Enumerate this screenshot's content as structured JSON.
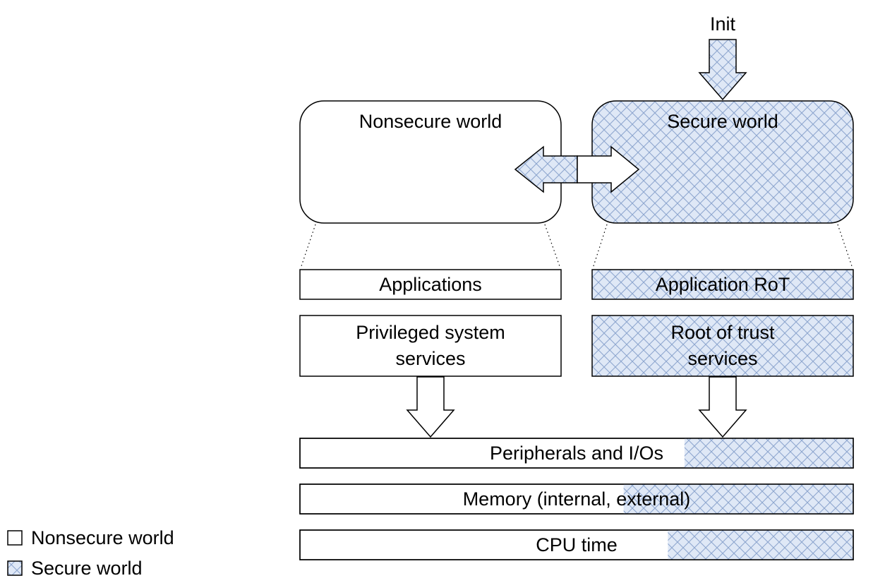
{
  "init_label": "Init",
  "colors": {
    "hatch_fill": "#dfe8f6",
    "hatch_line": "#8ea7cf",
    "stroke": "#000000",
    "background": "#ffffff"
  },
  "worlds": {
    "nonsecure": {
      "title": "Nonsecure world"
    },
    "secure": {
      "title": "Secure world"
    }
  },
  "nonsecure_stack": {
    "applications": "Applications",
    "services_line1": "Privileged system",
    "services_line2": "services"
  },
  "secure_stack": {
    "applications": "Application RoT",
    "services_line1": "Root of trust",
    "services_line2": "services"
  },
  "resources": [
    {
      "label": "Peripherals and I/Os",
      "secure_fraction": 0.305
    },
    {
      "label": "Memory (internal, external)",
      "secure_fraction": 0.415
    },
    {
      "label": "CPU time",
      "secure_fraction": 0.335
    }
  ],
  "legend": {
    "nonsecure": "Nonsecure world",
    "secure": "Secure world"
  }
}
